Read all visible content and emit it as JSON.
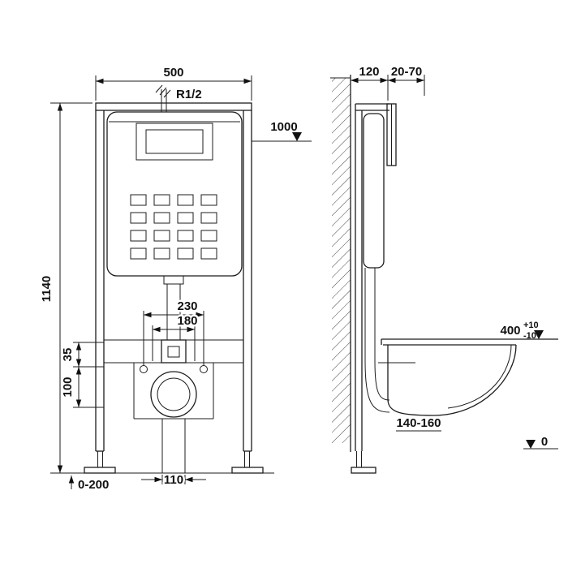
{
  "front": {
    "frame_width": "500",
    "water_inlet": "R1/2",
    "frame_height": "1140",
    "panel_height": "1000",
    "fixing_span_wide": "230",
    "fixing_span_narrow": "180",
    "offset_small": "35",
    "offset_large": "100",
    "outlet_pipe_width": "110",
    "leg_adjust_range": "0-200"
  },
  "side": {
    "frame_depth": "120",
    "finish_range": "20-70",
    "rim_height": "400",
    "rim_tol_plus": "+10",
    "rim_tol_minus": "-10",
    "outlet_height_range": "140-160",
    "floor_level": "0"
  }
}
